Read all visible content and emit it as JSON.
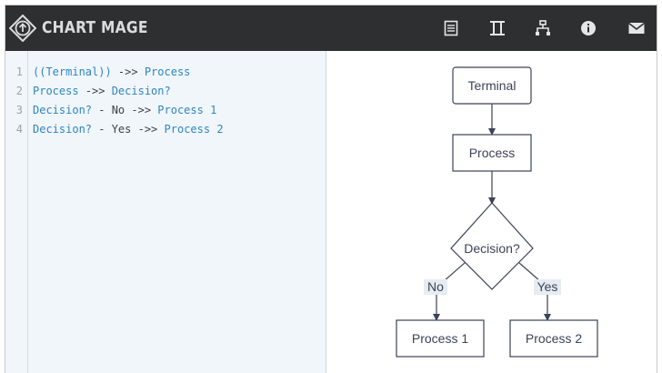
{
  "app": {
    "brand": "CHART MAGE"
  },
  "toolbar": {
    "items": [
      {
        "name": "document-icon"
      },
      {
        "name": "text-format-icon"
      },
      {
        "name": "sitemap-icon"
      },
      {
        "name": "info-icon"
      },
      {
        "name": "mail-icon"
      }
    ]
  },
  "editor": {
    "lines": [
      {
        "num": "1",
        "tokens": [
          {
            "t": "((Terminal))",
            "c": "n"
          },
          {
            "t": " ->> ",
            "c": "o"
          },
          {
            "t": "Process",
            "c": "n"
          }
        ]
      },
      {
        "num": "2",
        "tokens": [
          {
            "t": "Process",
            "c": "n"
          },
          {
            "t": " ->> ",
            "c": "o"
          },
          {
            "t": "Decision?",
            "c": "n"
          }
        ]
      },
      {
        "num": "3",
        "tokens": [
          {
            "t": "Decision?",
            "c": "n"
          },
          {
            "t": " - No ->> ",
            "c": "o"
          },
          {
            "t": "Process 1",
            "c": "n"
          }
        ]
      },
      {
        "num": "4",
        "tokens": [
          {
            "t": "Decision?",
            "c": "n"
          },
          {
            "t": " - Yes ->> ",
            "c": "o"
          },
          {
            "t": "Process 2",
            "c": "n"
          }
        ]
      }
    ]
  },
  "diagram": {
    "terminal": "Terminal",
    "process": "Process",
    "decision": "Decision?",
    "edge_no": "No",
    "edge_yes": "Yes",
    "process1": "Process 1",
    "process2": "Process 2"
  },
  "colors": {
    "topbar": "#2d2f31",
    "keyword": "#2e86c1",
    "stroke": "#3d4256"
  }
}
